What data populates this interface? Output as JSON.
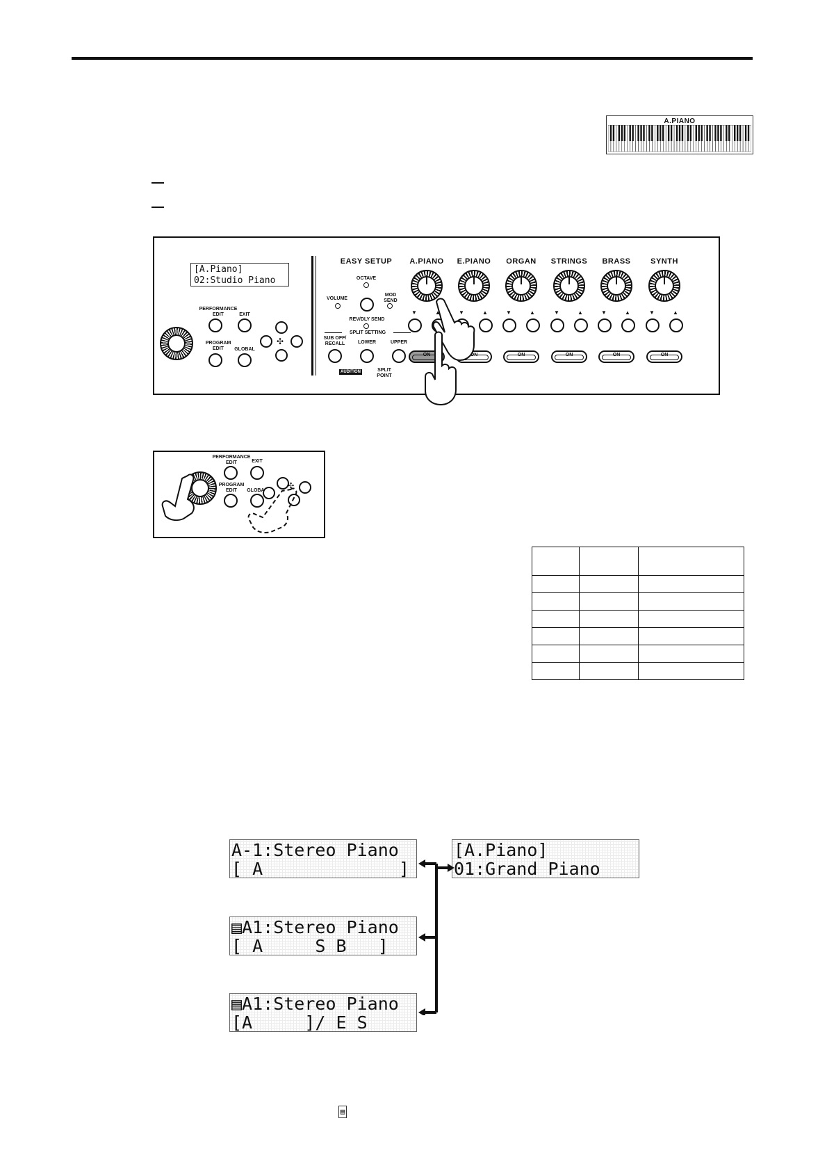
{
  "keyboard_thumbnail": {
    "label": "A.PIANO"
  },
  "front_panel": {
    "lcd": {
      "line1": "[A.Piano]",
      "line2": "02:Studio Piano"
    },
    "left_buttons": {
      "performance_edit": "PERFORMANCE\nEDIT",
      "exit": "EXIT",
      "program_edit": "PROGRAM\nEDIT",
      "global": "GLOBAL"
    },
    "easy_setup": {
      "title": "EASY SETUP",
      "octave": "OCTAVE",
      "volume": "VOLUME",
      "mod_send": "MOD\nSEND",
      "rev_dly_send": "REV/DLY SEND",
      "split_setting": "SPLIT SETTING",
      "sub_off_recall": "SUB OFF/\nRECALL",
      "lower": "LOWER",
      "upper": "UPPER",
      "audition": "AUDITION",
      "split_point": "SPLIT\nPOINT"
    },
    "sections": [
      {
        "name": "A.PIANO",
        "on": "ON"
      },
      {
        "name": "E.PIANO",
        "on": "ON"
      },
      {
        "name": "ORGAN",
        "on": "ON"
      },
      {
        "name": "STRINGS",
        "on": "ON"
      },
      {
        "name": "BRASS",
        "on": "ON"
      },
      {
        "name": "SYNTH",
        "on": "ON"
      }
    ]
  },
  "detail_panel": {
    "performance_edit": "PERFORMANCE\nEDIT",
    "exit": "EXIT",
    "program_edit": "PROGRAM\nEDIT",
    "global": "GLOBAL"
  },
  "displays": {
    "left": [
      {
        "line1": "A-1:Stereo Piano",
        "line2": "[ A _ _ _ _ _ _ ]"
      },
      {
        "line1": "▤A1:Stereo Piano",
        "line2": "[ A _ _ S B _ ]"
      },
      {
        "line1": "▤A1:Stereo Piano",
        "line2": "[A_____]/_E_S__"
      }
    ],
    "right": {
      "line1": "[A.Piano]",
      "line2": "01:Grand Piano"
    }
  },
  "small_icon": "▤"
}
